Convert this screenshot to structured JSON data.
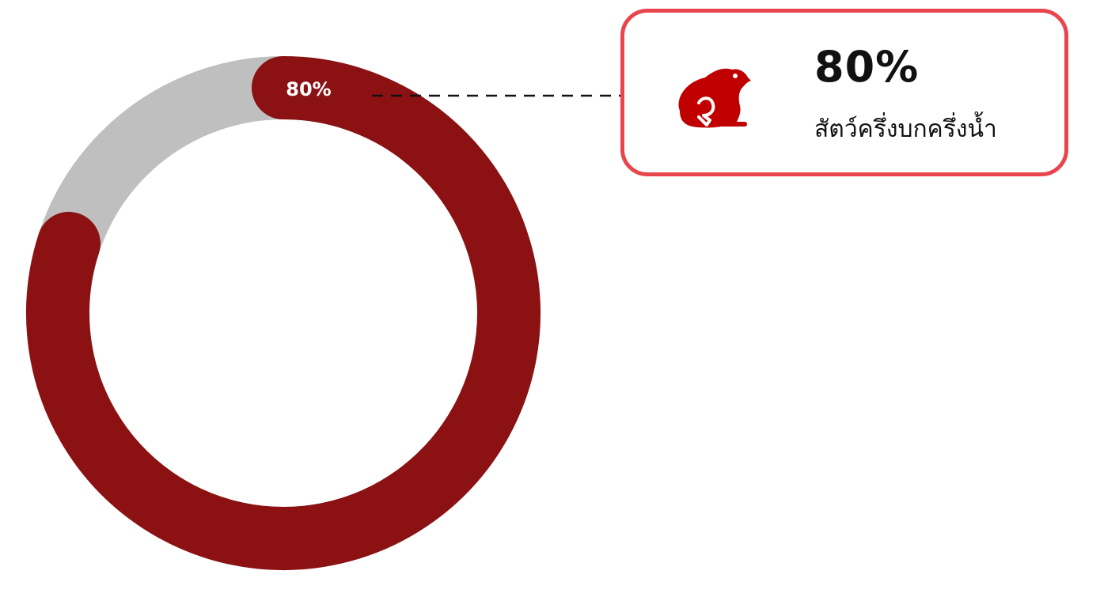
{
  "chart_data": {
    "type": "donut",
    "values": [
      80,
      20
    ],
    "data_label": "80%",
    "colors": {
      "primary": "#8b1113",
      "remainder": "#bfbfbf"
    }
  },
  "callout": {
    "value": "80%",
    "label": "สัตว์ครึ่งบกครึ่งน้ำ",
    "icon": "frog-icon",
    "border_color": "#e8464c",
    "icon_color": "#c00000"
  }
}
